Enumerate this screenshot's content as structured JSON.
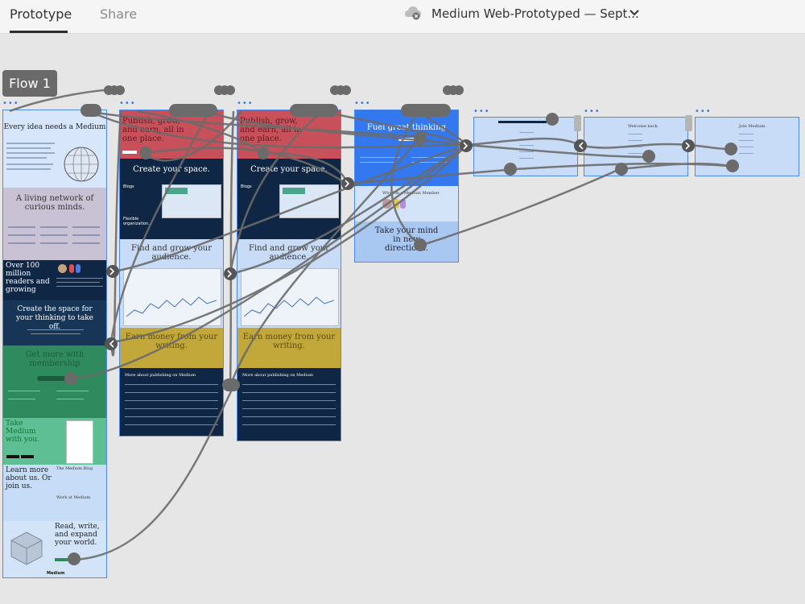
{
  "header": {
    "tabs": [
      {
        "label": "Prototype"
      },
      {
        "label": "Share"
      }
    ],
    "document_title": "Medium Web-Prototyped — Sept...",
    "cloud_icon": "cloud-offline-icon",
    "dropdown_icon": "chevron-down-icon"
  },
  "flow": {
    "label": "Flow 1"
  },
  "artboards": {
    "home": {
      "hero_title": "Every idea needs a Medium",
      "network_title": "A living network of curious minds.",
      "readers_title": "Over 100 million readers and growing",
      "space_title": "Create the space for your thinking to take off.",
      "membership_title": "Get more with membership",
      "app_title": "Take Medium with you.",
      "learn_title": "Learn more about us. Or join us.",
      "blog_label": "The Medium Blog",
      "work_label": "Work at Medium",
      "read_title": "Read, write, and expand your world.",
      "logo_label": "Medium"
    },
    "write1": {
      "hero_title": "Publish, grow, and earn, all in one place.",
      "space_title": "Create your space.",
      "blogs_label": "Blogs",
      "flexible_label": "Flexible organization.",
      "grow_title": "Find and grow your audience.",
      "money_title": "Earn money from your writing.",
      "more_title": "More about publishing on Medium"
    },
    "write2": {
      "hero_title": "Publish, grow, and earn, all in one place.",
      "space_title": "Create your space.",
      "blogs_label": "Blogs",
      "grow_title": "Find and grow your audience.",
      "money_title": "Earn money from your writing.",
      "more_title": "More about publishing on Medium"
    },
    "membership": {
      "hero_title": "Fuel great thinking",
      "why_title": "Why I'm a Medium Member",
      "mind_title": "Take your mind in new directions."
    },
    "small2_title": "Welcome back.",
    "small3_title": "Join Medium."
  },
  "colors": {
    "canvas": "#e6e6e6",
    "accent": "#4d8be8",
    "wire": "#6b6b6b",
    "navy": "#0f2744",
    "green": "#2f8a5e",
    "red": "#c8505a",
    "gold": "#c2a83a"
  }
}
